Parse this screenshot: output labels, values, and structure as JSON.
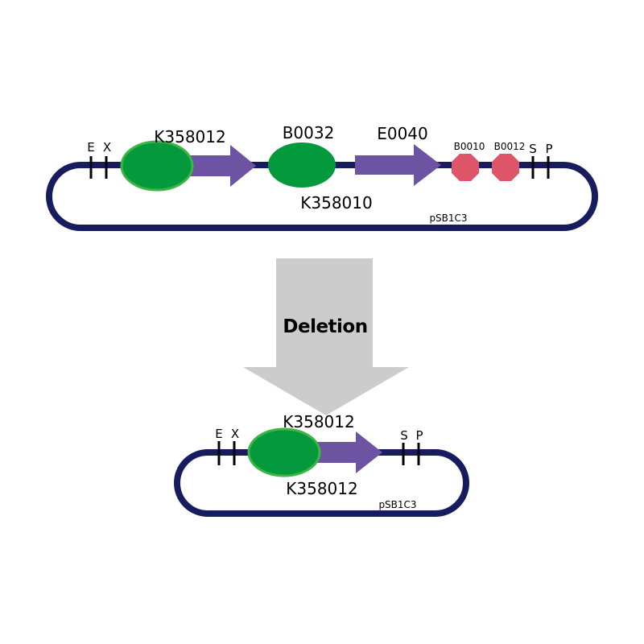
{
  "colors": {
    "backbone": "#171c5f",
    "rbs_green": "#05993d",
    "rbs_outline": "#3eb544",
    "cds_purple": "#6c54a3",
    "terminator_red": "#de5468",
    "arrow_gray": "#cccccc",
    "site_marks": "#000000"
  },
  "top_construct": {
    "sites_left": [
      "E",
      "X"
    ],
    "sites_right": [
      "S",
      "P"
    ],
    "part_labels": {
      "rbs1": "K358012",
      "rbs2": "B0032",
      "cds": "E0040",
      "term1": "B0010",
      "term2": "B0012",
      "composite": "K358010"
    },
    "backbone_label": "pSB1C3"
  },
  "transition": {
    "label": "Deletion"
  },
  "bottom_construct": {
    "sites_left": [
      "E",
      "X"
    ],
    "sites_right": [
      "S",
      "P"
    ],
    "part_labels": {
      "rbs": "K358012",
      "composite": "K358012"
    },
    "backbone_label": "pSB1C3"
  }
}
